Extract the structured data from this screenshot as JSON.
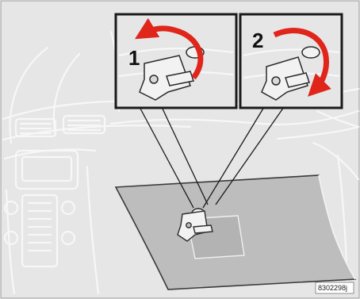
{
  "figure": {
    "step1_label": "1",
    "step2_label": "2",
    "image_code": "8302298j",
    "colors": {
      "background": "#e6e6e6",
      "line_art": "#d0d0d0",
      "glovebox": "#bdbdbd",
      "inset_frame": "#1a1a1a",
      "arrow": "#e0251b",
      "key": "#f2f2f2"
    },
    "icons": {
      "lock_step1": "key-turn-counterclockwise-icon",
      "lock_step2": "key-turn-clockwise-icon",
      "glovebox_key": "key-in-lock-icon"
    }
  }
}
